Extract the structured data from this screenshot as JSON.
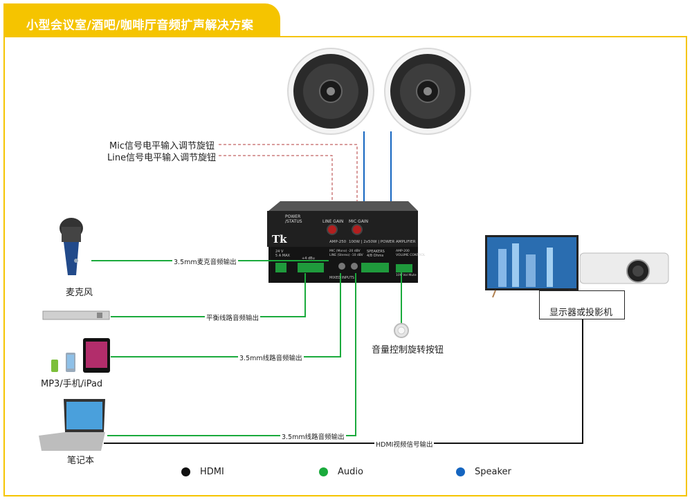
{
  "title": "小型会议室/酒吧/咖啡厅音频扩声解决方案",
  "annotations": {
    "mic_knob": "Mic信号电平输入调节旋钮",
    "line_knob": "Line信号电平输入调节旋钮",
    "volume_knob": "音量控制旋转按钮"
  },
  "devices": {
    "mic": "麦克风",
    "mp3": "MP3/手机/iPad",
    "laptop": "笔记本",
    "display": "显示器或投影机"
  },
  "cables": {
    "mic_out": "3.5mm麦克音频输出",
    "balanced_out": "平衡线路音频输出",
    "line_out_1": "3.5mm线路音频输出",
    "line_out_2": "3.5mm线路音频输出",
    "hdmi_out": "HDMI视频信号输出"
  },
  "amplifier": {
    "power": "POWER",
    "status": "/STATUS",
    "line_gain": "LINE GAIN",
    "mic_gain": "MIC GAIN",
    "model": "AMP-250",
    "spec": "100W | 2x50W | POWER AMPLIFIER",
    "brand": "Tk",
    "dc": "24 V",
    "dc2": "5 A MAX",
    "inputs_label": "MIXED INPUTS",
    "mic_spec": "MIC (Mono) -20 dBV",
    "line_spec": "LINE (Stereo) -10 dBV",
    "speakers": "SPEAKERS",
    "ohms": "4/8 Ohms",
    "vol_model": "AMP-200",
    "volume_control": "VOLUME CONTROL",
    "vol_sub": "10V Vol Mute",
    "plus_dbu": "+4 dBu"
  },
  "legend": [
    {
      "label": "HDMI",
      "color": "#111111"
    },
    {
      "label": "Audio",
      "color": "#1aaa3c"
    },
    {
      "label": "Speaker",
      "color": "#1565c0"
    }
  ],
  "colors": {
    "accent": "#f5c400",
    "audio": "#1aaa3c",
    "speaker": "#1565c0",
    "hdmi": "#111111",
    "annotation": "#b33a3a"
  }
}
